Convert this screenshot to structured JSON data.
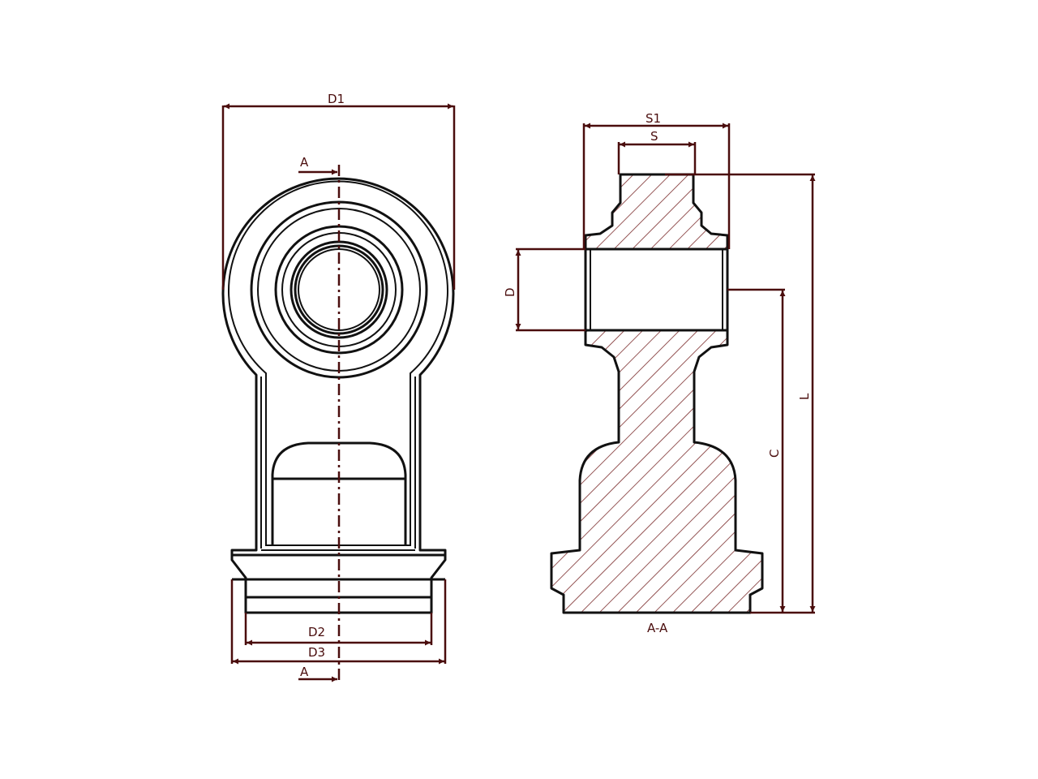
{
  "colors": {
    "line": "#111111",
    "dimension": "#4a0d0d",
    "hatch": "#7a2b2b",
    "background": "#ffffff"
  },
  "front_view": {
    "d1": "D1",
    "d2": "D2",
    "d3": "D3",
    "section_mark_top": "A",
    "section_mark_bottom": "A"
  },
  "section_view": {
    "title": "A-A",
    "s1": "S1",
    "s": "S",
    "d": "D",
    "c": "C",
    "l": "L"
  }
}
